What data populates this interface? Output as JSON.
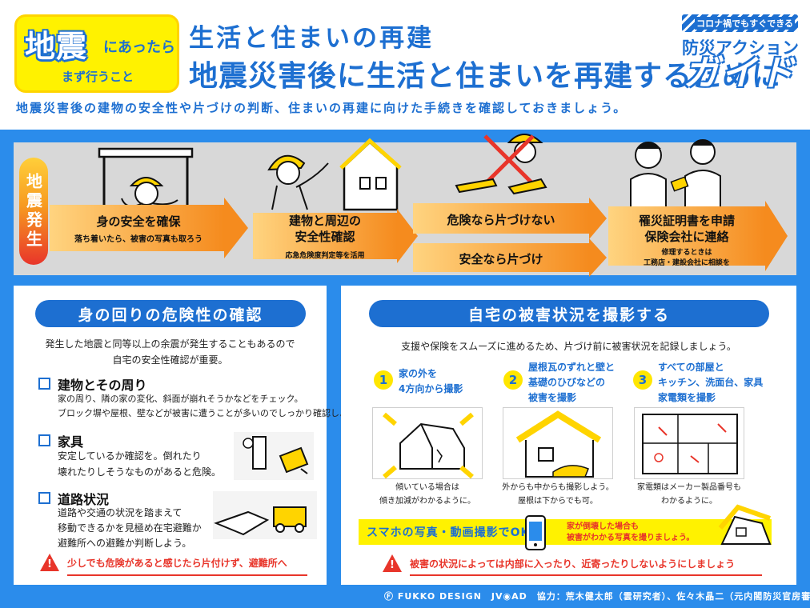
{
  "header": {
    "badge_main": "地震",
    "badge_sub1": "にあったら",
    "badge_sub2": "まず行うこと",
    "title_line1": "生活と住まいの再建",
    "title_line2": "地震災害後に生活と住まいを再建するために",
    "brand_strip": "コロナ禍でもすぐできる",
    "brand_name": "防災アクション",
    "brand_guide": "ガイド",
    "lead": "地震災害後の建物の安全性や片づけの判断、住まいの再建に向けた手続きを確認しておきましょう。"
  },
  "flow": {
    "pill": "地震発生",
    "step1_title": "身の安全を確保",
    "step1_note": "落ち着いたら、被害の写真も取ろう",
    "step2_title_line1": "建物と周辺の",
    "step2_title_line2": "安全性確認",
    "step2_note": "応急危険度判定等を活用",
    "step3_title": "危険なら片づけない",
    "step4_title": "安全なら片づけ",
    "step5_title_line1": "罹災証明書を申請",
    "step5_title_line2": "保険会社に連絡",
    "step5_note_line1": "修理するときは",
    "step5_note_line2": "工務店・建設会社に相談を"
  },
  "left_panel": {
    "heading": "身の回りの危険性の確認",
    "intro_line1": "発生した地震と同等以上の余震が発生することもあるので",
    "intro_line2": "自宅の安全性確認が重要。",
    "items": [
      {
        "title": "建物とその周り",
        "desc_line1": "家の周り、隣の家の変化、斜面が崩れそうかなどをチェック。",
        "desc_line2": "ブロック塀や屋根、壁などが被害に遭うことが多いのでしっかり確認しよう。"
      },
      {
        "title": "家具",
        "desc_line1": "安定しているか確認を。倒れたり",
        "desc_line2": "壊れたりしそうなものがあると危険。"
      },
      {
        "title": "道路状況",
        "desc_line1": "道路や交通の状況を踏まえて",
        "desc_line2": "移動できるかを見極め在宅避難か",
        "desc_line3": "避難所への避難か判断しよう。"
      }
    ],
    "warning": "少しでも危険があると感じたら片付けず、避難所へ",
    "warning_mark": "!"
  },
  "right_panel": {
    "heading": "自宅の被害状況を撮影する",
    "intro": "支援や保険をスムーズに進めるため、片づけ前に被害状況を記録しましょう。",
    "steps": [
      {
        "num": "1",
        "line1": "家の外を",
        "line2": "4方向から撮影",
        "line3": "",
        "cap1": "傾いている場合は",
        "cap2": "傾き加減がわかるように。"
      },
      {
        "num": "2",
        "line1": "屋根瓦のずれと壁と",
        "line2": "基礎のひびなどの",
        "line3": "被害を撮影",
        "cap1": "外からも中からも撮影しよう。",
        "cap2": "屋根は下からでも可。"
      },
      {
        "num": "3",
        "line1": "すべての部屋と",
        "line2": "キッチン、洗面台、家具",
        "line3": "家電類を撮影",
        "cap1": "家電類はメーカー製品番号も",
        "cap2": "わかるように。"
      }
    ],
    "band_left": "スマホの写真・動画撮影でOK",
    "band_right_line1": "家が倒壊した場合も",
    "band_right_line2": "被害がわかる写真を撮りましょう。",
    "warning": "被害の状況によっては内部に入ったり、近寄ったりしないようにしましょう",
    "warning_mark": "!"
  },
  "footer": {
    "credit": "Ⓕ FUKKO DESIGN　JV◉AD　協力：荒木健太郎（雲研究者）、佐々木晶二（元内閣防災官房審議官）"
  },
  "icons": {
    "checkbox": "checkbox-icon",
    "warning": "warning-triangle-icon",
    "smartphone": "smartphone-icon"
  },
  "colors": {
    "primary_blue": "#1d6fd1",
    "frame_blue": "#2b8ceb",
    "accent_orange": "#f58b1e",
    "warning_red": "#e8352a",
    "highlight_yellow": "#fff200"
  }
}
